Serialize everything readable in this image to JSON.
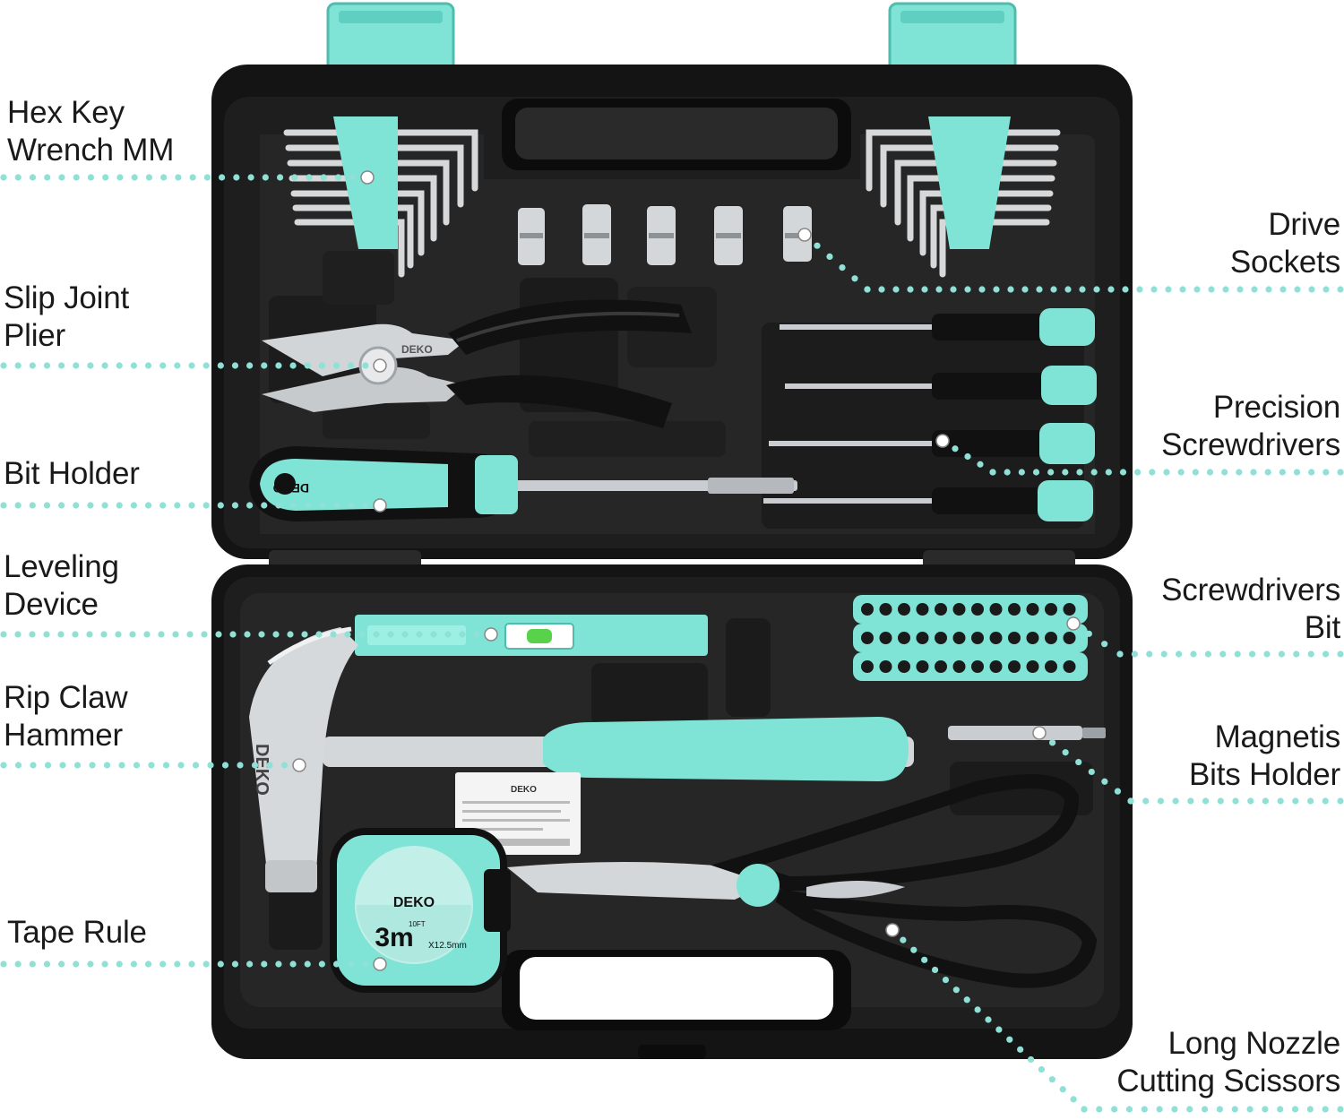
{
  "colors": {
    "accent": "#7fe3d5",
    "case": "#141414",
    "tray": "#262626",
    "metal": "#cfd3d6",
    "dot": "#8fe0d6"
  },
  "labels": {
    "hex_key": {
      "line1": "Hex Key",
      "line2": "Wrench MM"
    },
    "slip_joint": {
      "line1": "Slip Joint",
      "line2": "Plier"
    },
    "bit_holder": {
      "line1": "Bit Holder"
    },
    "leveling": {
      "line1": "Leveling",
      "line2": "Device"
    },
    "rip_claw": {
      "line1": "Rip Claw",
      "line2": "Hammer"
    },
    "tape_rule": {
      "line1": "Tape Rule"
    },
    "drive_sockets": {
      "line1": "Drive",
      "line2": "Sockets"
    },
    "precision": {
      "line1": "Precision",
      "line2": "Screwdrivers"
    },
    "screwdriver_bit": {
      "line1": "Screwdrivers",
      "line2": "Bit"
    },
    "magnetis": {
      "line1": "Magnetis",
      "line2": "Bits Holder"
    },
    "scissors": {
      "line1": "Long Nozzle",
      "line2": "Cutting Scissors"
    }
  },
  "brand": {
    "logo_text": "DEKO",
    "tape_size": "3m",
    "tape_spec": "X12.5mm",
    "tape_ft": "10FT"
  }
}
